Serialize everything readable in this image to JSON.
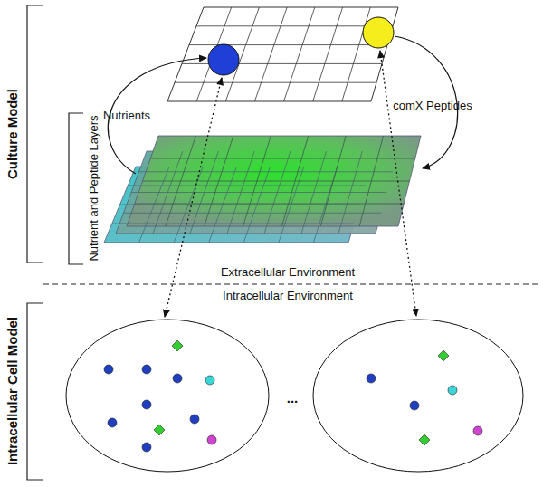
{
  "diagram": {
    "labels": [
      "Culture Model",
      "Nutrients",
      "comX Peptides",
      "Nutrient and Peptide Layers",
      "Extracellular Environment",
      "Intracellular Environment",
      "Intracellular Cell Model",
      "..."
    ]
  }
}
